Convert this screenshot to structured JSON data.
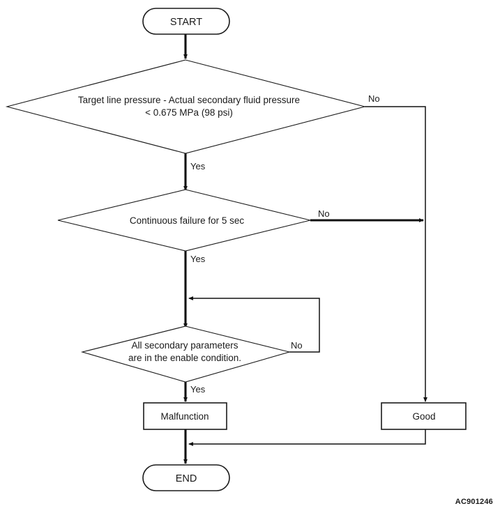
{
  "diagram": {
    "title_id": "AC901246",
    "nodes": {
      "start": {
        "label": "START",
        "shape": "terminator"
      },
      "decision1": {
        "line1": "Target line pressure - Actual secondary fluid pressure",
        "line2": "< 0.675 MPa (98 psi)",
        "shape": "decision"
      },
      "decision2": {
        "line1": "Continuous failure for 5 sec",
        "shape": "decision"
      },
      "decision3": {
        "line1": "All secondary parameters",
        "line2": "are in the enable condition.",
        "shape": "decision"
      },
      "malfunction": {
        "label": "Malfunction",
        "shape": "process"
      },
      "good": {
        "label": "Good",
        "shape": "process"
      },
      "end": {
        "label": "END",
        "shape": "terminator"
      }
    },
    "edge_labels": {
      "d1_no": "No",
      "d1_yes": "Yes",
      "d2_no": "No",
      "d2_yes": "Yes",
      "d3_no": "No",
      "d3_yes": "Yes"
    },
    "colors": {
      "stroke": "#1a1a1a",
      "connector": "#111111",
      "background": "#ffffff"
    }
  }
}
